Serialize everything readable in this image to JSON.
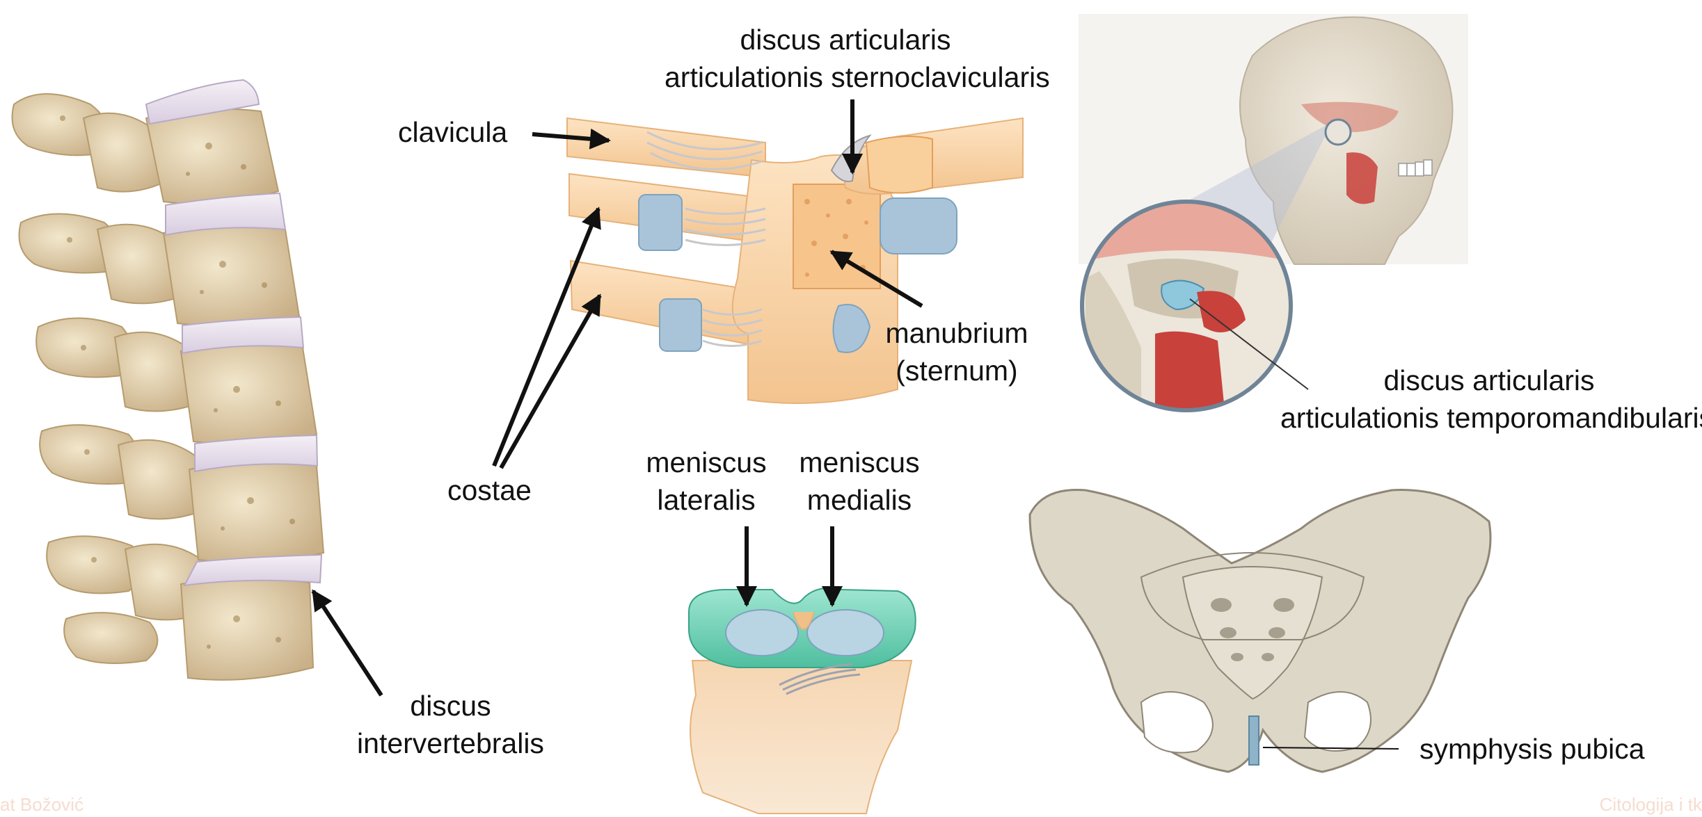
{
  "labels": {
    "discus_sternoclavicularis": {
      "line1": "discus articularis",
      "line2": "articulationis sternoclavicularis"
    },
    "clavicula": "clavicula",
    "manubrium": {
      "line1": "manubrium",
      "line2": "(sternum)"
    },
    "costae": "costae",
    "discus_temporomandibularis": {
      "line1": "discus articularis",
      "line2": "articulationis temporomandibularis"
    },
    "meniscus_lateralis": {
      "line1": "meniscus",
      "line2": "lateralis"
    },
    "meniscus_medialis": {
      "line1": "meniscus",
      "line2": "medialis"
    },
    "discus_intervertebralis": {
      "line1": "discus",
      "line2": "intervertebralis"
    },
    "symphysis_pubica": "symphysis pubica"
  },
  "footer": {
    "left": "at Božović",
    "right": "Citologija i tk"
  },
  "colors": {
    "bone": "#e6d6b4",
    "bone_shadow": "#b99f70",
    "disc": "#e9e2ec",
    "cartilage_blue": "#a9c4d8",
    "costal_orange": "#f9d3a8",
    "meniscus_green": "#7fd8c0",
    "muscle_red": "#c9413b",
    "pelvis_bone": "#ddd7c8",
    "arrow": "#111111",
    "footer_text": "#f6dccf"
  }
}
